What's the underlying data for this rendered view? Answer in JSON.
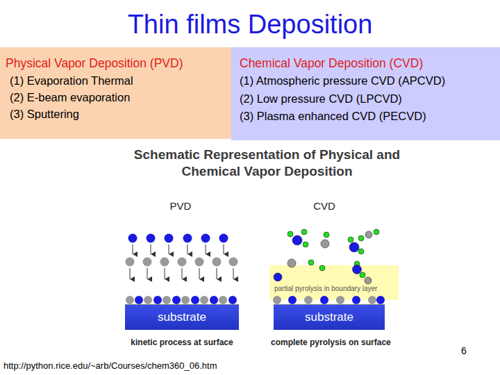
{
  "diagram": {
    "title": "Thin films Deposition",
    "nodes": [
      {
        "text": [
          "Physical Vapor Deposition (PVD)",
          "(1) Evaporation Thermal",
          "(2) E-beam evaporation",
          "(3) Sputtering"
        ]
      },
      {
        "text": [
          "Chemical Vapor Deposition (CVD)",
          "(1) Atmospheric pressure CVD (APCVD)",
          "(2) Low pressure CVD (LPCVD)",
          "(3) Plasma enhanced CVD (PECVD)"
        ]
      },
      {
        "text": [
          "substrate"
        ]
      },
      {
        "text": [
          "partial pyrolysis in boundary layer"
        ]
      },
      {
        "text": [
          "substrate"
        ]
      }
    ],
    "labels": [
      "Schematic Representation of Physical and Chemical Vapor Deposition",
      "PVD",
      "CVD",
      "kinetic process at surface",
      "complete pyrolysis on surface",
      "6",
      "http://python.rice.edu/~arb/Courses/chem360_06.htm"
    ]
  }
}
